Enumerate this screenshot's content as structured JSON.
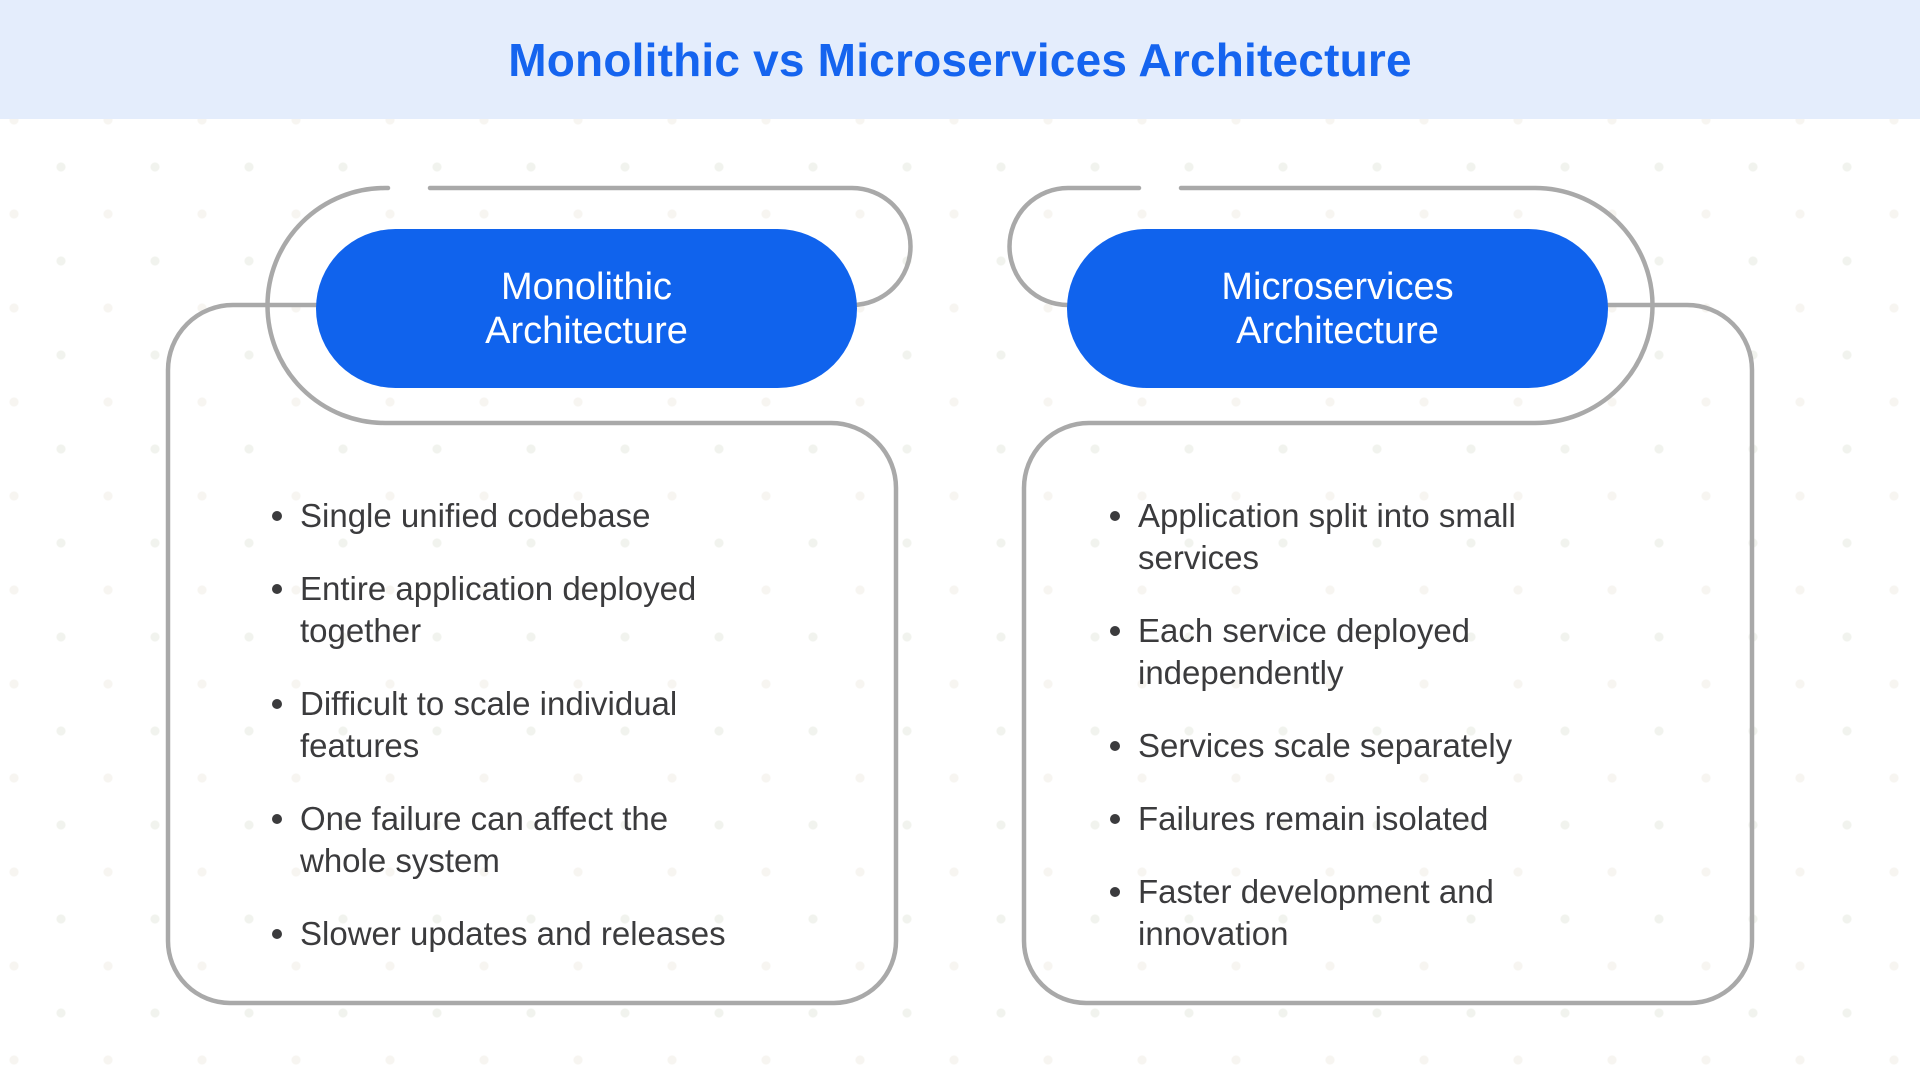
{
  "title": "Monolithic vs Microservices Architecture",
  "colors": {
    "banner_bg": "#e4edfc",
    "title": "#1564ef",
    "pill_blue": "#1063ed",
    "outline_gray": "#a9a9a9",
    "body_text": "#3b3b3d",
    "pill_text": "#ffffff",
    "background": "#ffffff"
  },
  "columns": [
    {
      "header": "Monolithic\nArchitecture",
      "bullets": [
        "Single unified codebase",
        "Entire application deployed\ntogether",
        "Difficult to scale individual\nfeatures",
        "One failure can affect the\nwhole system",
        "Slower updates and releases"
      ]
    },
    {
      "header": "Microservices\nArchitecture",
      "bullets": [
        "Application split into small\nservices",
        "Each service deployed\nindependently",
        "Services scale separately",
        "Failures remain isolated",
        "Faster development and\ninnovation"
      ]
    }
  ]
}
